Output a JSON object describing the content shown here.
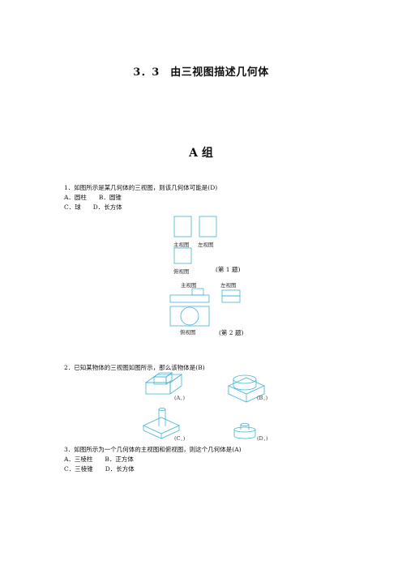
{
  "title": "3．3　由三视图描述几何体",
  "group": "A 组",
  "q1": {
    "text": "1．如图所示是某几何体的三视图，则该几何体可能是(D)",
    "optAB": "A．圆柱　　B．圆锥",
    "optCD": "C．球　　D．长方体",
    "labels": {
      "front": "主视图",
      "left": "左视图",
      "top": "俯视图",
      "caption": "(第 1 题)"
    }
  },
  "fig2": {
    "labels": {
      "front": "主视图",
      "left": "左视图",
      "top": "俯视图",
      "caption": "(第 2 题)"
    }
  },
  "q2": {
    "text": "2．已知某物体的三视图如图所示，那么该物体是(B)",
    "labels": {
      "a": "(A．)",
      "b": "(B．)",
      "c": "(C．)",
      "d": "(D．)"
    }
  },
  "q3": {
    "text": "3．如图所示为一个几何体的主视图和俯视图，则这个几何体是(A)",
    "optAB": "A．三棱柱　　B．正方体",
    "optCD": "C．三棱锥　　D．长方体"
  }
}
